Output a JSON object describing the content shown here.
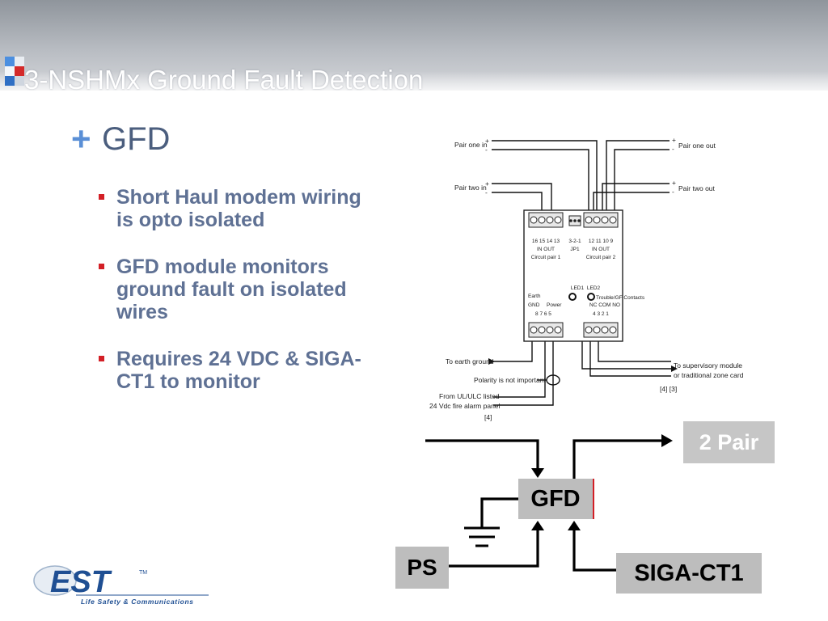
{
  "header": {
    "title": "3-NSHMx Ground Fault Detection"
  },
  "heading": {
    "plus": "+",
    "label": "GFD"
  },
  "bullets": [
    "Short Haul modem wiring is opto isolated",
    "GFD module monitors ground fault on isolated wires",
    "Requires 24 VDC & SIGA-CT1 to monitor"
  ],
  "wiring_diagram": {
    "pair_one_in": "Pair one in",
    "pair_two_in": "Pair two in",
    "pair_one_out": "Pair one out",
    "pair_two_out": "Pair two out",
    "plus": "+",
    "minus": "-",
    "top_terminals_left": "16 15 14 13",
    "top_io_left": "IN OUT",
    "circuit_pair_1": "Circuit pair 1",
    "jumper_pins": "3-2-1",
    "jumper_name": "JP1",
    "top_terminals_right": "12 11 10 9",
    "top_io_right": "IN OUT",
    "circuit_pair_2": "Circuit pair 2",
    "led1": "LED1",
    "led2": "LED2",
    "earth": "Earth",
    "gnd": "GND",
    "power": "Power",
    "bottom_terminals_left": "8 7 6 5",
    "trouble_contacts": "Trouble/GF Contacts",
    "contact_types": "NC COM NO",
    "bottom_terminals_right": "4 3 2 1",
    "to_earth_ground": "To earth ground",
    "polarity": "Polarity is not important",
    "from_panel_1": "From UL/ULC listed",
    "from_panel_2": "24 Vdc fire alarm panel",
    "ref_left": "[4]",
    "to_supervisory_1": "To supervisory module",
    "to_supervisory_2": "or traditional zone card.",
    "ref_right": "[4] [3]"
  },
  "flow_diagram": {
    "pair_label": "2 Pair",
    "gfd_label": "GFD",
    "ps_label": "PS",
    "siga_label": "SIGA-CT1"
  },
  "logo": {
    "name": "EST",
    "tm": "TM",
    "tagline": "Life Safety & Communications"
  },
  "colors": {
    "accent_blue": "#5a8fd6",
    "bullet_text": "#5f7194",
    "bullet_red": "#d31f26",
    "box_gray": "#bdbdbd"
  }
}
